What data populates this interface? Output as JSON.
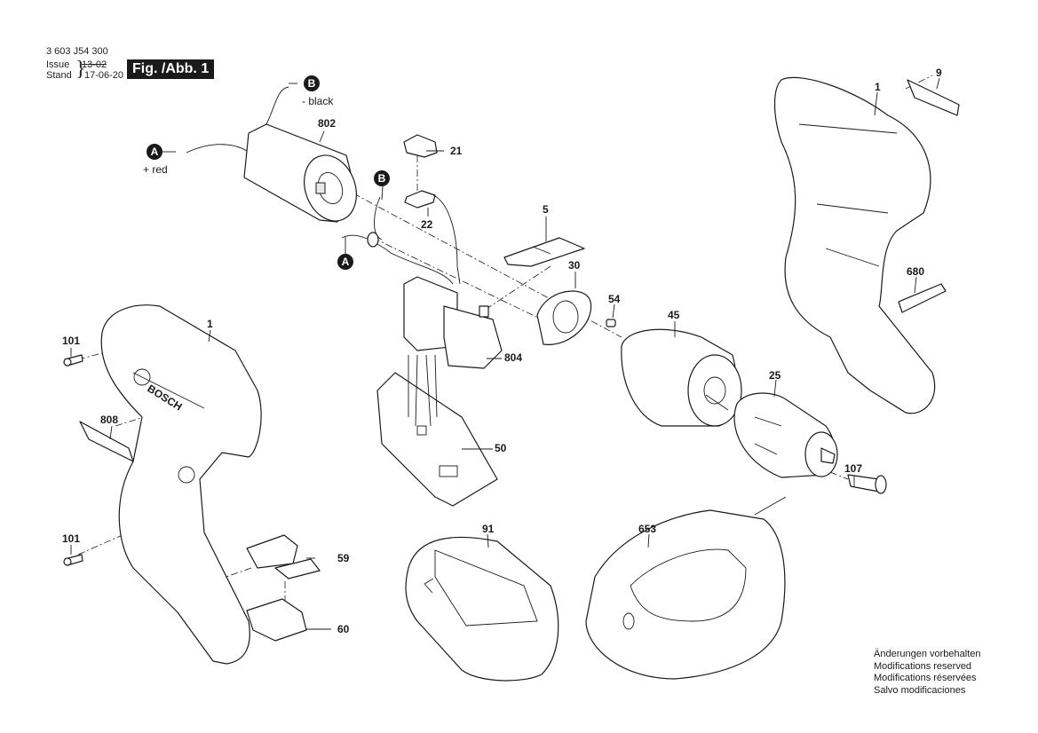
{
  "header": {
    "document_number": "3 603 J54 300",
    "issue_label": "Issue",
    "issue_value_struck": "13-02",
    "stand_label": "Stand",
    "stand_value": "17-06-20",
    "figure_label": "Fig. /Abb. 1"
  },
  "wire_markers": [
    {
      "id": "B",
      "note": "- black"
    },
    {
      "id": "A",
      "note": "+ red"
    },
    {
      "id": "B",
      "note": ""
    },
    {
      "id": "A",
      "note": ""
    }
  ],
  "parts": {
    "motor": "802",
    "cover_21": "21",
    "sensor_board": "22",
    "slide_switch": "5",
    "brush_plate": "30",
    "screw_54": "54",
    "gearbox": "45",
    "chuck": "25",
    "screw_107": "107",
    "switch": "804",
    "electronics_board": "50",
    "housing_left": "1",
    "housing_right": "1",
    "nameplate_9": "9",
    "screwdriver_bit": "680",
    "screw_101_top": "101",
    "screw_101_bottom": "101",
    "nameplate_808": "808",
    "cover_59": "59",
    "cover_60": "60",
    "battery_pack": "91",
    "charger": "653"
  },
  "notice": [
    "Änderungen vorbehalten",
    "Modifications reserved",
    "Modifications réservées",
    "Salvo modificaciones"
  ]
}
